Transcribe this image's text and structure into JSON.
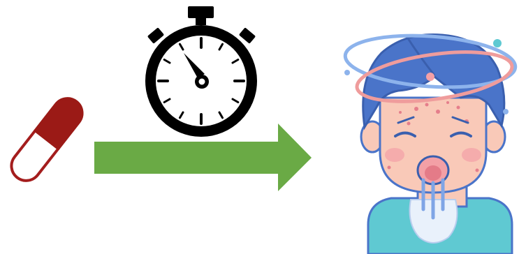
{
  "diagram": {
    "nodes": [
      {
        "id": "pill",
        "icon": "pill-capsule-icon"
      },
      {
        "id": "timer",
        "icon": "stopwatch-icon"
      },
      {
        "id": "patient",
        "icon": "sick-dizzy-person-icon"
      }
    ],
    "edges": [
      {
        "from": "pill",
        "to": "patient",
        "icon": "right-arrow-icon"
      }
    ]
  },
  "colors": {
    "pill_red": "#9b1a16",
    "pill_outline": "#a41d1d",
    "arrow_green": "#6aaa45",
    "stopwatch_black": "#000000",
    "hair_blue": "#4a74c9",
    "skin": "#f9c9b8",
    "shirt_teal": "#5fc9d2",
    "orbit_blue": "#8db3ec",
    "orbit_pink": "#ef9c9c",
    "vomit_white": "#e9f1fb"
  }
}
